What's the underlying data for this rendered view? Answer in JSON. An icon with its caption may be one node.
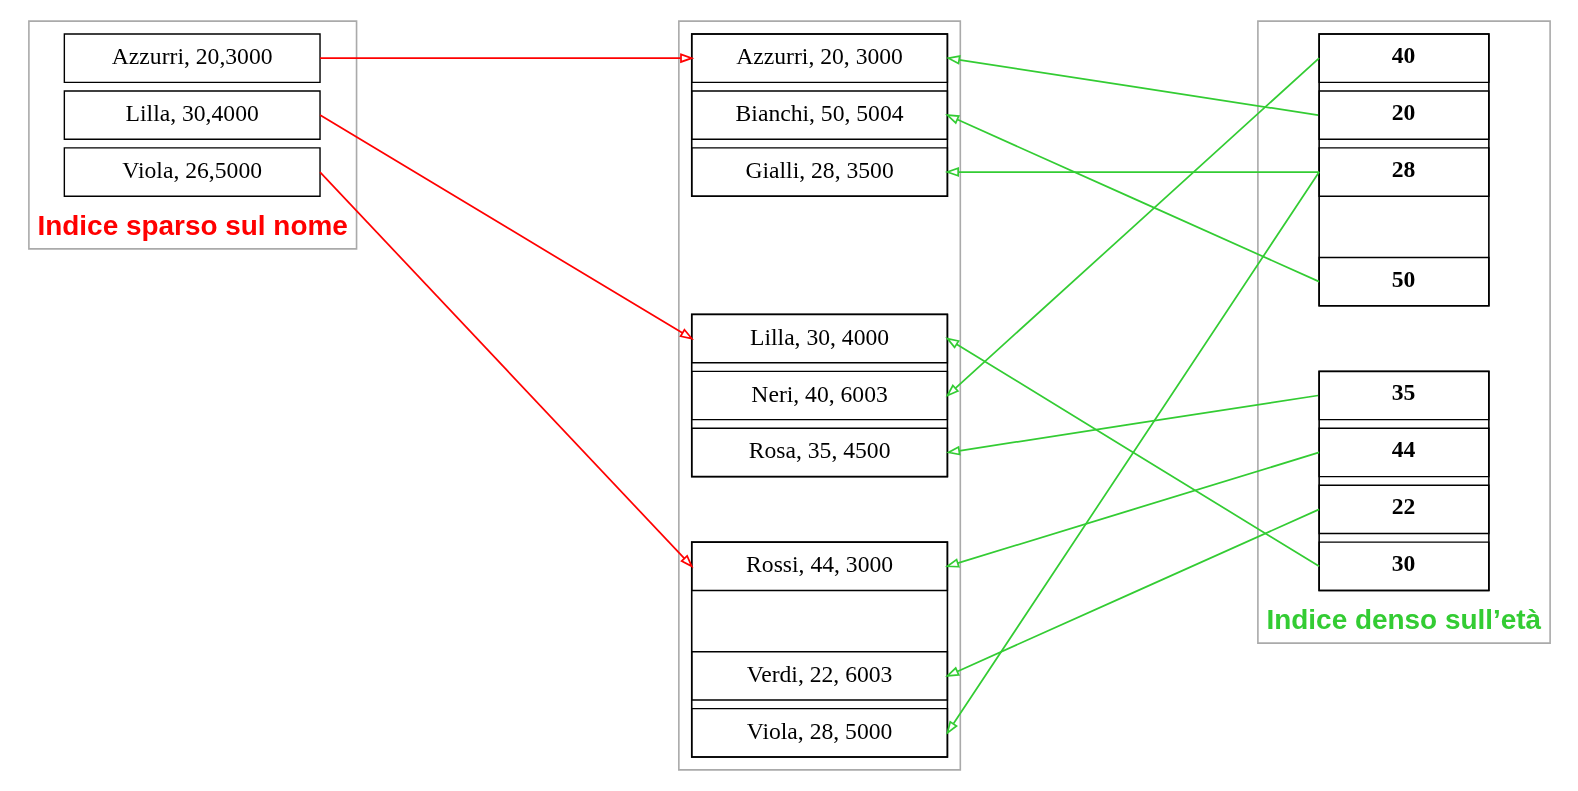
{
  "diagram": {
    "nodes": [
      {
        "text": [
          "Indice sparso sul nome"
        ]
      },
      {
        "text": [
          "Azzurri, 20,3000"
        ],
        "in": 0
      },
      {
        "text": [
          "Lilla, 30,4000"
        ],
        "in": 0
      },
      {
        "text": [
          "Viola, 26,5000"
        ],
        "in": 0
      },
      {
        "text": [],
        "shape": "box"
      },
      {
        "text": [],
        "shape": "box",
        "in": 4
      },
      {
        "text": [
          "Azzurri, 20, 3000"
        ],
        "in": 5
      },
      {
        "text": [
          "Bianchi, 50, 5004"
        ],
        "in": 5
      },
      {
        "text": [
          "Gialli, 28, 3500"
        ],
        "in": 5
      },
      {
        "text": [],
        "shape": "box",
        "in": 4
      },
      {
        "text": [
          "Lilla, 30, 4000"
        ],
        "in": 9
      },
      {
        "text": [
          "Neri, 40, 6003"
        ],
        "in": 9
      },
      {
        "text": [
          "Rosa, 35, 4500"
        ],
        "in": 9
      },
      {
        "text": [],
        "shape": "box",
        "in": 4
      },
      {
        "text": [
          "Rossi, 44, 3000"
        ],
        "in": 13
      },
      {
        "text": [
          "Verdi, 22, 6003"
        ],
        "in": 13
      },
      {
        "text": [
          "Viola, 28, 5000"
        ],
        "in": 13
      },
      {
        "text": [
          "Indice denso sull’età"
        ]
      },
      {
        "text": [],
        "shape": "box",
        "in": 17
      },
      {
        "text": [
          "40"
        ],
        "in": 18
      },
      {
        "text": [
          "20"
        ],
        "in": 18
      },
      {
        "text": [
          "28"
        ],
        "in": 18
      },
      {
        "text": [
          "50"
        ],
        "in": 18
      },
      {
        "text": [],
        "shape": "box",
        "in": 17
      },
      {
        "text": [
          "35"
        ],
        "in": 23
      },
      {
        "text": [
          "44"
        ],
        "in": 23
      },
      {
        "text": [
          "22"
        ],
        "in": 23
      },
      {
        "text": [
          "30"
        ],
        "in": 23
      }
    ],
    "edges": [
      {
        "from": 1,
        "to": 6,
        "arrow": "to",
        "color": "#ff0000"
      },
      {
        "from": 2,
        "to": 10,
        "arrow": "to",
        "color": "#ff0000"
      },
      {
        "from": 3,
        "to": 14,
        "arrow": "to",
        "color": "#ff0000"
      },
      {
        "from": 19,
        "to": 11,
        "arrow": "to"
      },
      {
        "from": 20,
        "to": 6,
        "arrow": "to"
      },
      {
        "from": 21,
        "to": 8,
        "arrow": "to"
      },
      {
        "from": 21,
        "to": 16,
        "arrow": "to"
      },
      {
        "from": 22,
        "to": 7,
        "arrow": "to"
      },
      {
        "from": 24,
        "to": 12,
        "arrow": "to"
      },
      {
        "from": 25,
        "to": 14,
        "arrow": "to"
      },
      {
        "from": 26,
        "to": 15,
        "arrow": "to"
      },
      {
        "from": 27,
        "to": 10,
        "arrow": "to"
      }
    ]
  }
}
